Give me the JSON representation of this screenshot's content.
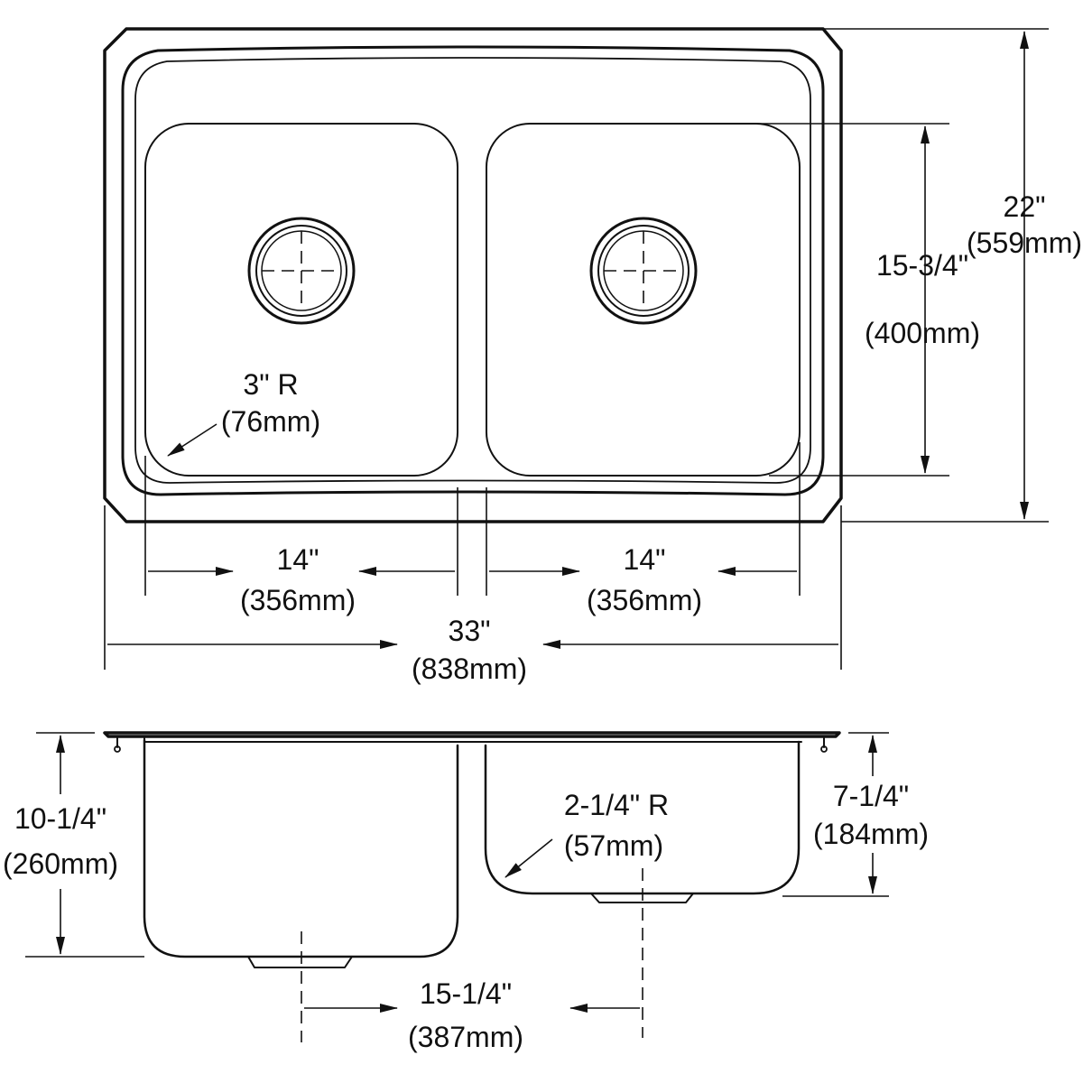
{
  "top_view": {
    "overall_width": {
      "imperial": "33\"",
      "metric": "(838mm)"
    },
    "overall_depth": {
      "imperial": "22\"",
      "metric": "(559mm)"
    },
    "bowl_depth_front_to_back": {
      "imperial": "15-3/4\"",
      "metric": "(400mm)"
    },
    "left_bowl_width": {
      "imperial": "14\"",
      "metric": "(356mm)"
    },
    "right_bowl_width": {
      "imperial": "14\"",
      "metric": "(356mm)"
    },
    "corner_radius": {
      "imperial": "3\" R",
      "metric": "(76mm)"
    }
  },
  "side_view": {
    "left_bowl_depth": {
      "imperial": "10-1/4\"",
      "metric": "(260mm)"
    },
    "right_bowl_depth": {
      "imperial": "7-1/4\"",
      "metric": "(184mm)"
    },
    "bottom_radius": {
      "imperial": "2-1/4\" R",
      "metric": "(57mm)"
    },
    "drain_spacing": {
      "imperial": "15-1/4\"",
      "metric": "(387mm)"
    }
  }
}
